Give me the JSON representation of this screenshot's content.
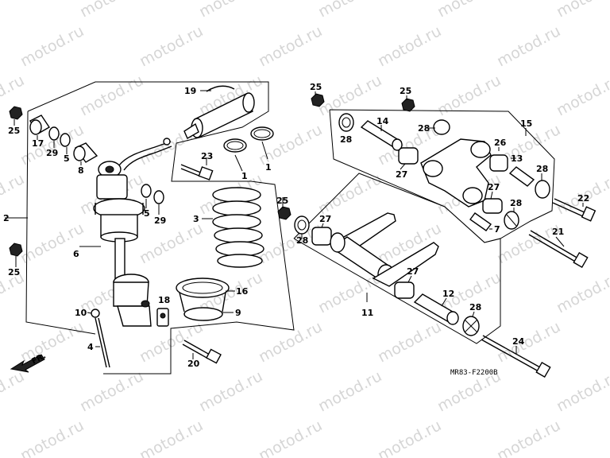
{
  "watermark": "motod.ru",
  "diagram_code": "MR83-F2200B",
  "front_label": "FR.",
  "callouts": [
    "1",
    "2",
    "3",
    "4",
    "5",
    "6",
    "7",
    "8",
    "9",
    "10",
    "11",
    "12",
    "13",
    "14",
    "15",
    "16",
    "17",
    "18",
    "19",
    "20",
    "21",
    "22",
    "23",
    "24",
    "25",
    "26",
    "27",
    "28",
    "29"
  ]
}
